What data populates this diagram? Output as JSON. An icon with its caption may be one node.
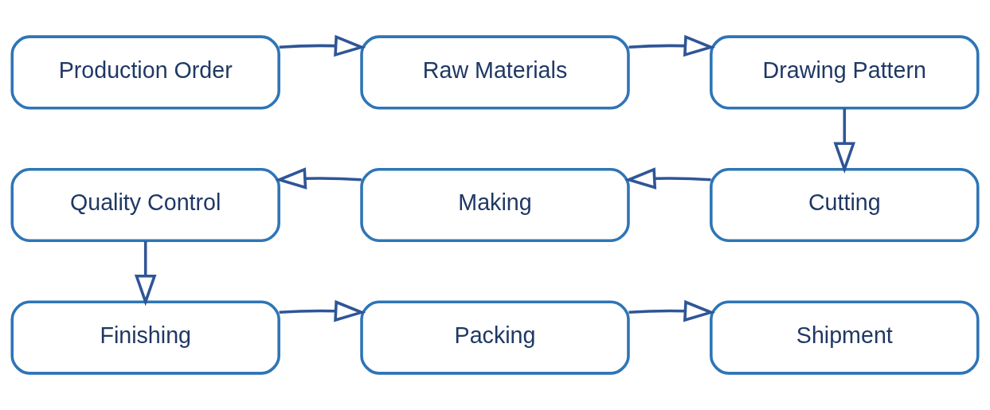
{
  "diagram": {
    "nodes": [
      {
        "text": [
          "Production Order"
        ]
      },
      {
        "text": [
          "Raw Materials"
        ]
      },
      {
        "text": [
          "Drawing Pattern"
        ]
      },
      {
        "text": [
          "Cutting"
        ]
      },
      {
        "text": [
          "Making"
        ]
      },
      {
        "text": [
          "Quality Control"
        ]
      },
      {
        "text": [
          "Finishing"
        ]
      },
      {
        "text": [
          "Packing"
        ]
      },
      {
        "text": [
          "Shipment"
        ]
      }
    ],
    "edges": [
      {
        "from": 0,
        "to": 1,
        "arrow": "to"
      },
      {
        "from": 1,
        "to": 2,
        "arrow": "to"
      },
      {
        "from": 2,
        "to": 3,
        "arrow": "to"
      },
      {
        "from": 3,
        "to": 4,
        "arrow": "to"
      },
      {
        "from": 4,
        "to": 5,
        "arrow": "to"
      },
      {
        "from": 5,
        "to": 6,
        "arrow": "to"
      },
      {
        "from": 6,
        "to": 7,
        "arrow": "to"
      },
      {
        "from": 7,
        "to": 8,
        "arrow": "to"
      }
    ]
  }
}
